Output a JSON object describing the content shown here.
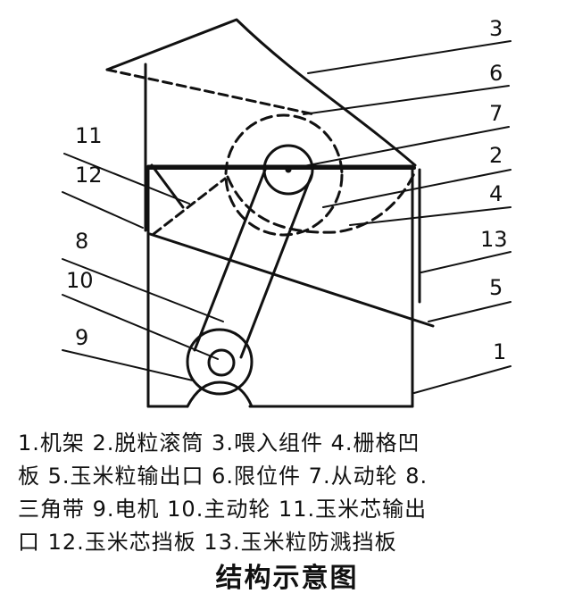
{
  "diagram": {
    "labels": {
      "n1": "1",
      "n2": "2",
      "n3": "3",
      "n4": "4",
      "n5": "5",
      "n6": "6",
      "n7": "7",
      "n8": "8",
      "n9": "9",
      "n10": "10",
      "n11": "11",
      "n12": "12",
      "n13": "13"
    }
  },
  "legend": {
    "line1": "1.机架 2.脱粒滚筒 3.喂入组件 4.栅格凹",
    "line2": "板 5.玉米粒输出口 6.限位件 7.从动轮 8.",
    "line3": "三角带 9.电机 10.主动轮 11.玉米芯输出",
    "line4": "口 12.玉米芯挡板 13.玉米粒防溅挡板"
  },
  "caption": "结构示意图"
}
